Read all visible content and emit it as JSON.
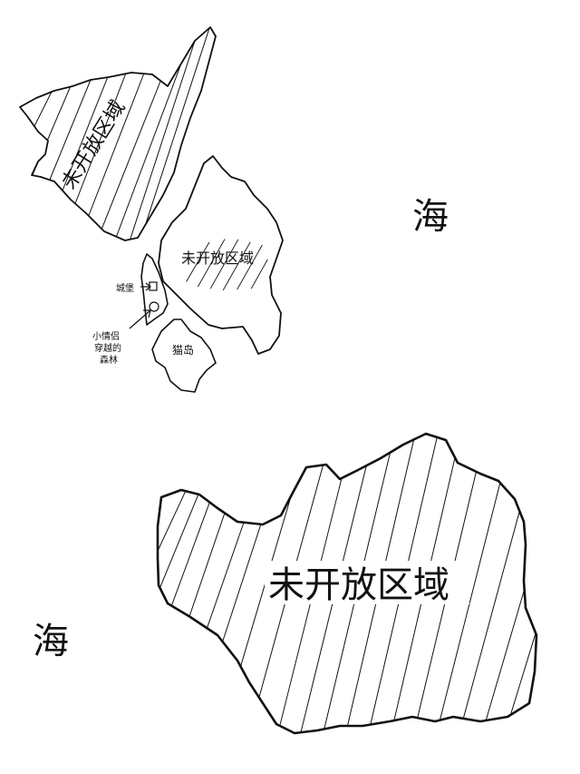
{
  "map": {
    "sea_labels": [
      "海",
      "海"
    ],
    "region_labels": {
      "northwest_island": "未开放区域",
      "middle_island": "未开放区域",
      "south_island": "未开放区域"
    },
    "place_labels": {
      "castle": "城堡",
      "cat_island": "猫岛",
      "forest_line1": "小情侣",
      "forest_line2": "穿越的",
      "forest_line3": "森林"
    },
    "colors": {
      "ink": "#111111",
      "paper": "#ffffff"
    }
  }
}
